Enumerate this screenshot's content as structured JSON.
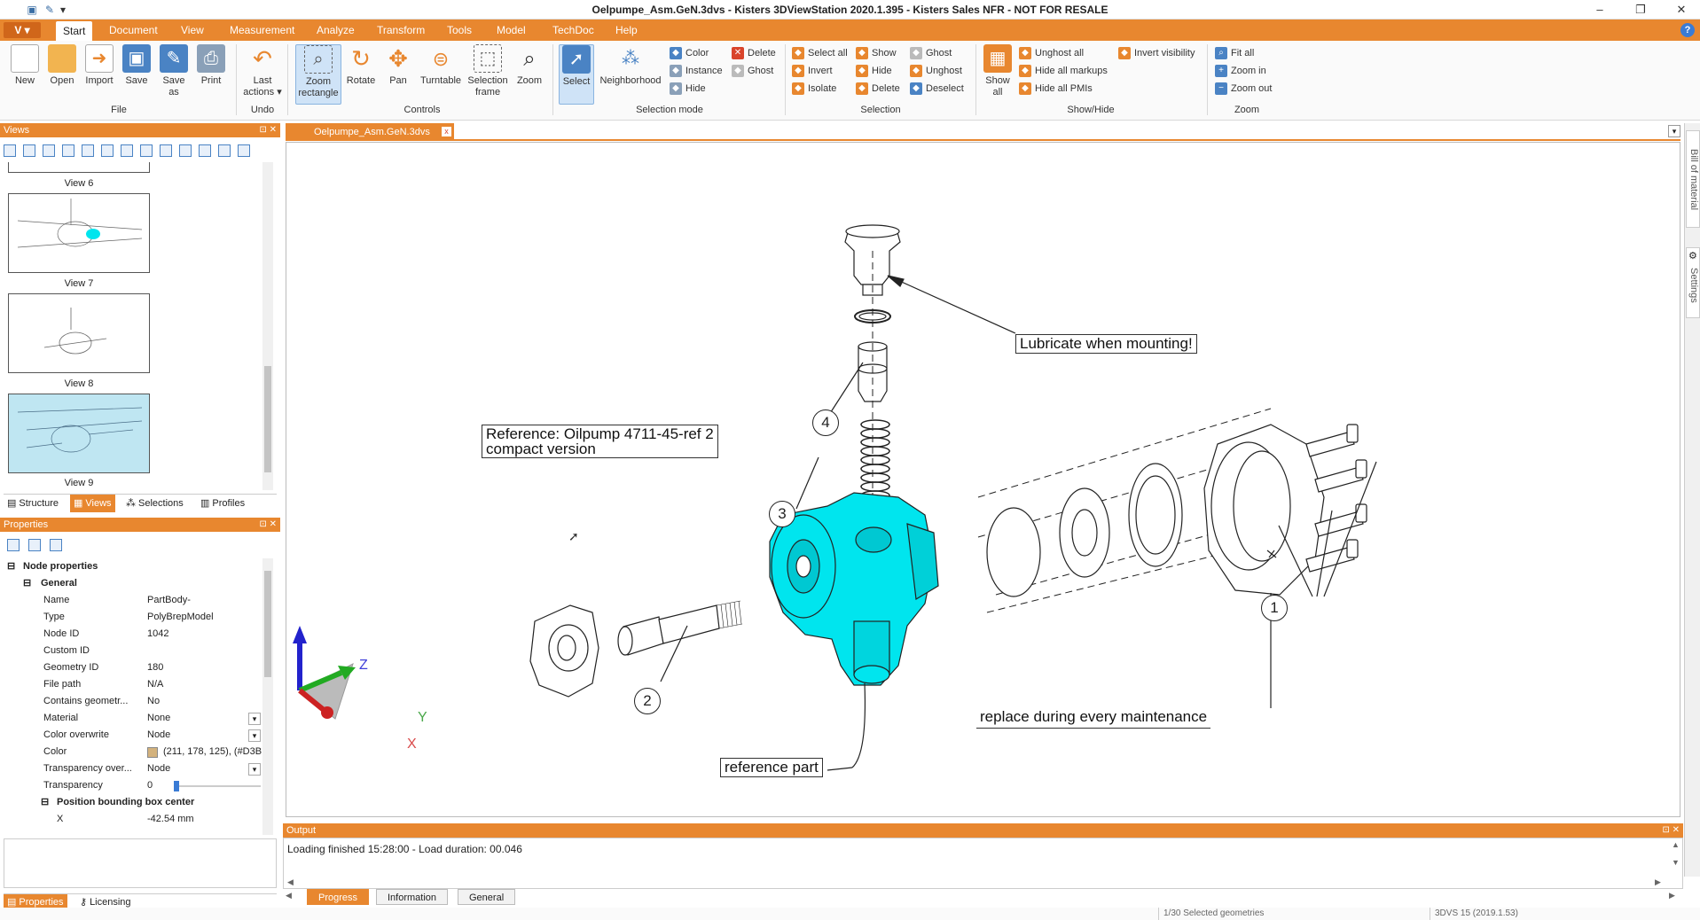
{
  "window": {
    "title": "Oelpumpe_Asm.GeN.3dvs - Kisters 3DViewStation 2020.1.395 - Kisters Sales NFR - NOT FOR RESALE",
    "minimize": "–",
    "maximize": "❐",
    "close": "✕"
  },
  "menu": {
    "app_button": "V",
    "items": [
      "Start",
      "Document",
      "View",
      "Measurement",
      "Analyze",
      "Transform",
      "Tools",
      "Model",
      "TechDoc",
      "Help"
    ],
    "help": "?"
  },
  "ribbon": {
    "file": {
      "label": "File",
      "buttons": [
        "New",
        "Open",
        "Import",
        "Save",
        "Save\nas",
        "Print"
      ]
    },
    "undo": {
      "label": "Undo",
      "button": "Last\nactions ▾"
    },
    "controls": {
      "label": "Controls",
      "buttons": [
        "Zoom\nrectangle",
        "Rotate",
        "Pan",
        "Turntable",
        "Selection\nframe",
        "Zoom"
      ]
    },
    "selection_mode": {
      "label": "Selection mode",
      "buttons": [
        "Select",
        "Neighborhood"
      ],
      "small": [
        "Color",
        "Instance",
        "Hide",
        "Delete",
        "Ghost"
      ]
    },
    "selection": {
      "label": "Selection",
      "small": [
        "Select all",
        "Invert",
        "Isolate",
        "Show",
        "Hide",
        "Delete",
        "Ghost",
        "Unghost",
        "Deselect"
      ]
    },
    "showhide": {
      "label": "Show/Hide",
      "big": "Show\nall",
      "small": [
        "Unghost all",
        "Hide all markups",
        "Hide all PMIs",
        "Invert visibility"
      ]
    },
    "zoom": {
      "label": "Zoom",
      "small": [
        "Fit all",
        "Zoom in",
        "Zoom out"
      ]
    }
  },
  "views_panel": {
    "title": "Views",
    "pin": "⊡ ✕",
    "items": [
      {
        "label": "View 6"
      },
      {
        "label": "View 7"
      },
      {
        "label": "View 8"
      },
      {
        "label": "View 9"
      }
    ],
    "tabs": [
      "Structure",
      "Views",
      "Selections",
      "Profiles"
    ]
  },
  "properties_panel": {
    "title": "Properties",
    "section": "Node properties",
    "group": "General",
    "rows": [
      {
        "k": "Name",
        "v": "PartBody-"
      },
      {
        "k": "Type",
        "v": "PolyBrepModel"
      },
      {
        "k": "Node ID",
        "v": "1042"
      },
      {
        "k": "Custom ID",
        "v": ""
      },
      {
        "k": "Geometry ID",
        "v": "180"
      },
      {
        "k": "File path",
        "v": "N/A"
      },
      {
        "k": "Contains geometr...",
        "v": "No"
      },
      {
        "k": "Material",
        "v": "None"
      },
      {
        "k": "Color overwrite",
        "v": "Node"
      },
      {
        "k": "Color",
        "v": "(211, 178, 125), (#D3B"
      },
      {
        "k": "Transparency over...",
        "v": "Node"
      },
      {
        "k": "Transparency",
        "v": "0"
      }
    ],
    "subgroup": "Position bounding box center",
    "x_row": {
      "k": "X",
      "v": "-42.54 mm"
    },
    "bottom_tabs": [
      "Properties",
      "Licensing"
    ]
  },
  "document_tab": {
    "label": "Oelpumpe_Asm.GeN.3dvs",
    "close": "x"
  },
  "side_tabs": [
    "Bill of material",
    "Settings"
  ],
  "drawing": {
    "callout_lubricate": "Lubricate when mounting!",
    "reference_line1": "Reference: Oilpump 4711-45-ref 2",
    "reference_line2": "compact version",
    "replace": "replace during every maintenance",
    "reference_part": "reference part",
    "balloons": [
      "1",
      "2",
      "3",
      "4"
    ],
    "axes": {
      "x": "X",
      "y": "Y",
      "z": "Z"
    },
    "highlight_color": "#00e5ee"
  },
  "output_panel": {
    "title": "Output",
    "message": "Loading finished 15:28:00 - Load duration: 00.046",
    "tabs": [
      "Progress",
      "Information",
      "General"
    ]
  },
  "status": {
    "selected": "1/30 Selected geometries",
    "version": "3DVS 15 (2019.1.53)"
  },
  "colors": {
    "accent": "#e8872f",
    "selected_blue": "#cfe3f7"
  }
}
